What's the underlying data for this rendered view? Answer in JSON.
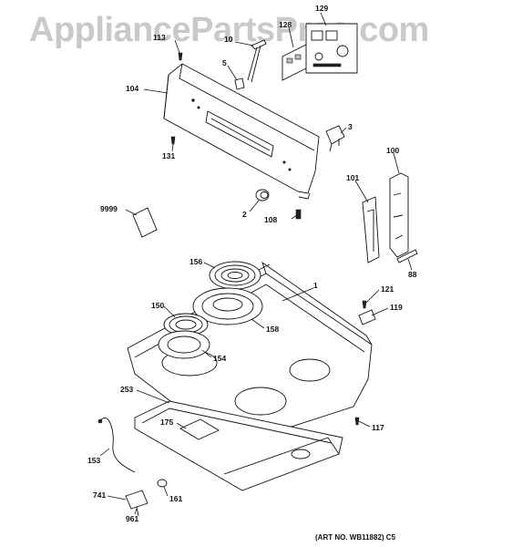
{
  "watermark": "AppliancePartsPros.com",
  "art_number": "(ART NO. WB11882) C5",
  "callouts": {
    "c129": "129",
    "c128": "128",
    "c113": "113",
    "c10x": "10",
    "c5": "5",
    "c104": "104",
    "c131": "131",
    "c3": "3",
    "c100": "100",
    "c101": "101",
    "c9999": "9999",
    "c2": "2",
    "c108": "108",
    "c88": "88",
    "c156": "156",
    "c1": "1",
    "c121": "121",
    "c119": "119",
    "c150": "150",
    "c158": "158",
    "c154": "154",
    "c253": "253",
    "c117": "117",
    "c175": "175",
    "c153": "153",
    "c741": "741",
    "c161": "161",
    "c961": "961"
  }
}
